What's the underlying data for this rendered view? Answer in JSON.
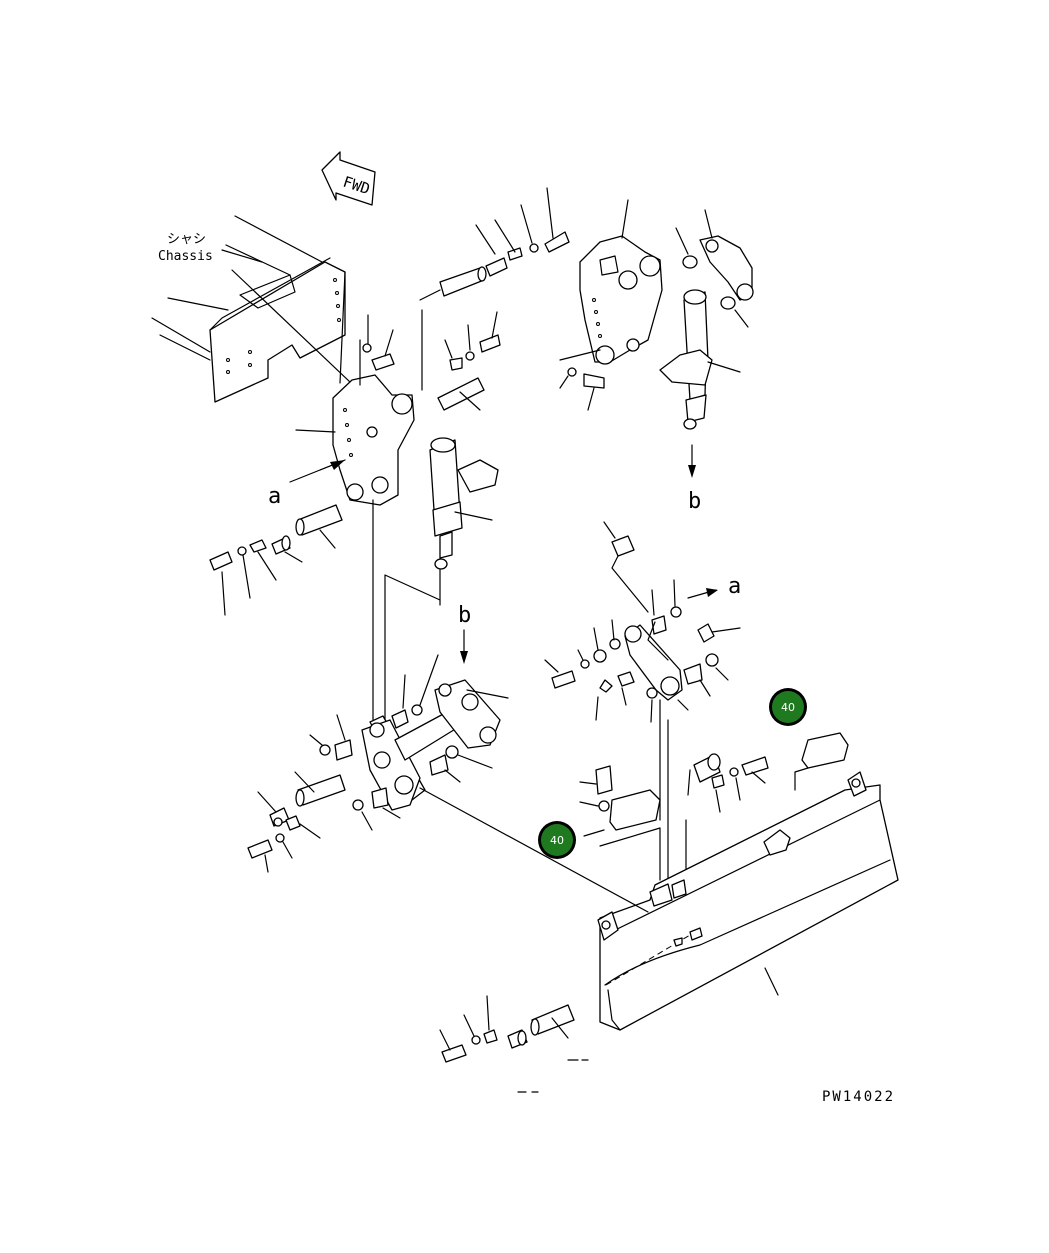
{
  "labels": {
    "fwd": "FWD",
    "chassis_jp": "シャシ",
    "chassis_en": "Chassis",
    "ref_a_top": "a",
    "ref_a_right": "a",
    "ref_b_top": "b",
    "ref_b_mid": "b",
    "drawing_code": "PW14022"
  },
  "callouts": {
    "badge_right": "40",
    "badge_left": "40"
  },
  "colors": {
    "badge_fill": "#1f7a1f",
    "badge_ring": "#000000",
    "line": "#000000",
    "background": "#ffffff"
  }
}
